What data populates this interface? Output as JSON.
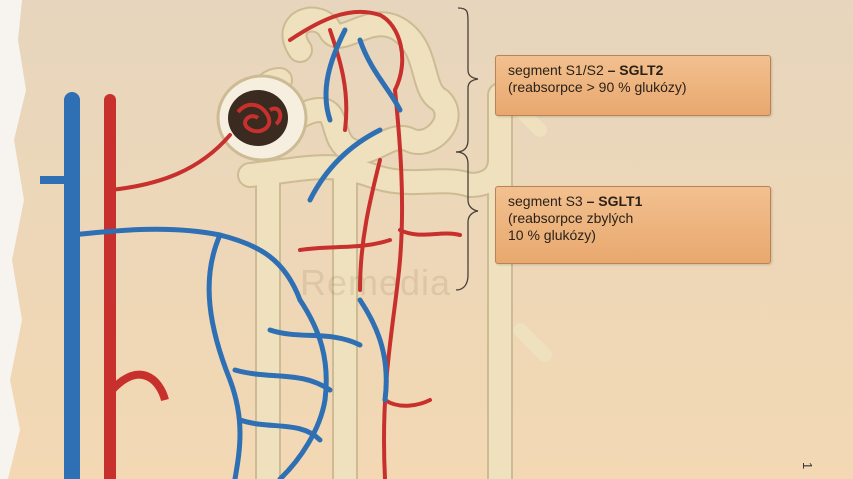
{
  "callouts": [
    {
      "line1_prefix": "segment S1/S2 ",
      "line1_bold": "– SGLT2",
      "line2": "(reabsorpce > 90 % glukózy)"
    },
    {
      "line1_prefix": "segment S3 ",
      "line1_bold": "– SGLT1",
      "line2": "(reabsorpce zbylých",
      "line3": "10 % glukózy)"
    }
  ],
  "watermark": "Remedia",
  "corner_mark": "1",
  "colors": {
    "background": "#efdcc2",
    "tubule": "#efe1bd",
    "artery": "#c8302d",
    "vein": "#2f6fb3",
    "callout_fill": "#eeb07a"
  }
}
